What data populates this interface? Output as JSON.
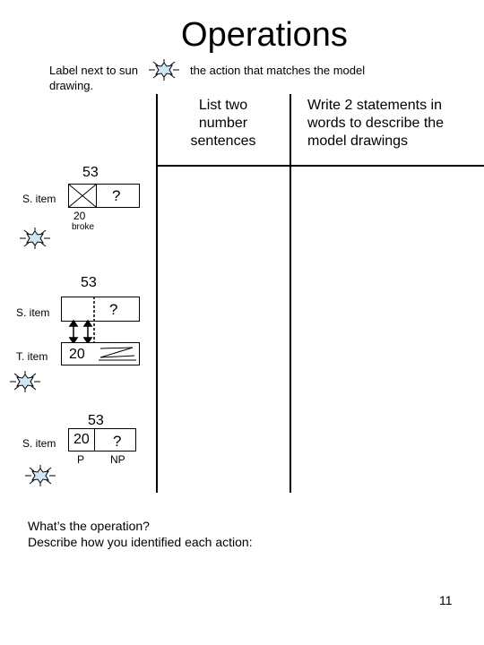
{
  "page": {
    "title": "Operations",
    "instruction_part1": "Label next to sun",
    "instruction_part2": "the action that matches the model",
    "instruction_part3": "drawing.",
    "page_number": "11"
  },
  "columns": {
    "col1_header": [
      "List two",
      "number",
      "sentences"
    ],
    "col2_header": [
      "Write 2 statements in",
      "words to describe the",
      "model drawings"
    ]
  },
  "model1": {
    "total": "53",
    "row_label": "S. item",
    "unknown": "?",
    "part_value": "20",
    "part_note": "broke"
  },
  "model2": {
    "total": "53",
    "row1_label": "S. item",
    "row2_label": "T. item",
    "unknown": "?",
    "compare_value": "20"
  },
  "model3": {
    "total": "53",
    "row_label": "S. item",
    "part_value": "20",
    "unknown": "?",
    "label_left": "P",
    "label_right": "NP"
  },
  "footer": {
    "question": "What’s the operation?",
    "prompt": "Describe how you identified each action:"
  },
  "icons": {
    "sun": "sun-icon"
  }
}
